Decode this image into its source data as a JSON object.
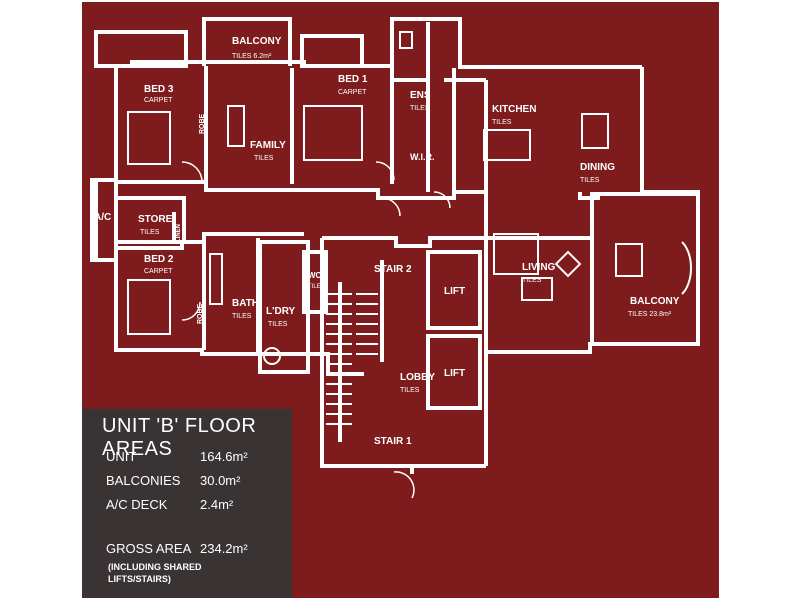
{
  "rooms": {
    "balcony_top": {
      "name": "BALCONY",
      "finish": "TILES 6.2m²"
    },
    "bed3": {
      "name": "BED 3",
      "finish": "CARPET"
    },
    "robe_upper": {
      "name": "ROBE"
    },
    "family": {
      "name": "FAMILY",
      "finish": "TILES"
    },
    "bed1": {
      "name": "BED 1",
      "finish": "CARPET"
    },
    "ens": {
      "name": "ENS",
      "finish": "TILES"
    },
    "wir": {
      "name": "W.I.R."
    },
    "kitchen": {
      "name": "KITCHEN",
      "finish": "TILES"
    },
    "dining": {
      "name": "DINING",
      "finish": "TILES"
    },
    "ac": {
      "name": "A/C"
    },
    "store": {
      "name": "STORE",
      "finish": "TILES"
    },
    "linen": {
      "name": "LINEN"
    },
    "bed2": {
      "name": "BED 2",
      "finish": "CARPET"
    },
    "robe_lower": {
      "name": "ROBE"
    },
    "bath": {
      "name": "BATH",
      "finish": "TILES"
    },
    "ldry": {
      "name": "L'DRY",
      "finish": "TILES"
    },
    "wc": {
      "name": "WC",
      "finish": "TILES"
    },
    "stair2": {
      "name": "STAIR 2"
    },
    "lift1": {
      "name": "LIFT"
    },
    "lift2": {
      "name": "LIFT"
    },
    "lobby": {
      "name": "LOBBY",
      "finish": "TILES"
    },
    "stair1": {
      "name": "STAIR 1"
    },
    "living": {
      "name": "LIVING",
      "finish": "TILES"
    },
    "balcony_right": {
      "name": "BALCONY",
      "finish": "TILES 23.8m²"
    }
  },
  "floor_areas": {
    "title": "UNIT 'B' FLOOR AREAS",
    "rows": [
      {
        "label": "UNIT",
        "value": "164.6m²"
      },
      {
        "label": "BALCONIES",
        "value": "30.0m²"
      },
      {
        "label": "A/C DECK",
        "value": "2.4m²"
      }
    ],
    "gross": {
      "label": "GROSS AREA",
      "value": "234.2m²"
    },
    "note_line1": "(INCLUDING SHARED",
    "note_line2": "LIFTS/STAIRS)"
  },
  "colors": {
    "background": "#7d1b1d",
    "walls": "#ffffff",
    "legend_panel": "#3a3334"
  }
}
